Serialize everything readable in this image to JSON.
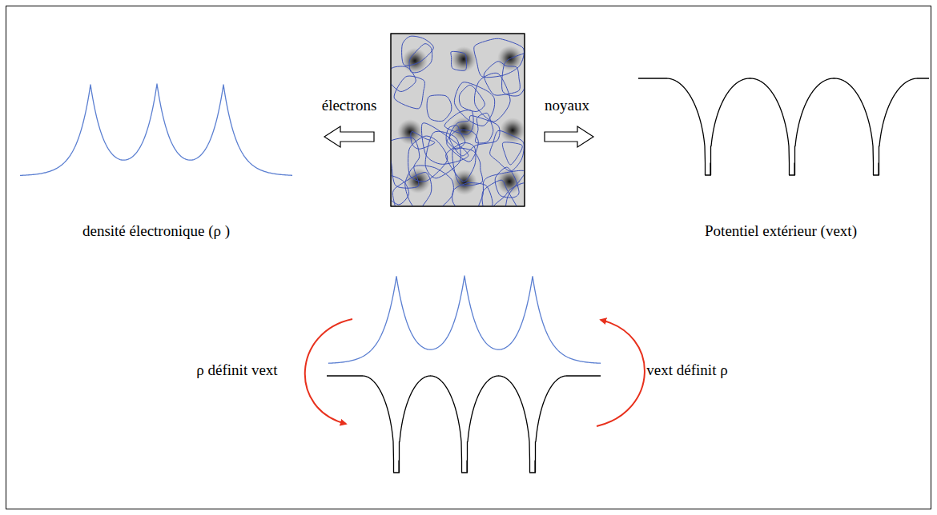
{
  "diagram": {
    "labels": [
      "électrons",
      "noyaux",
      "densité électronique (ρ )",
      "Potentiel extérieur (vext)",
      "ρ définit vext",
      "vext définit ρ"
    ]
  }
}
